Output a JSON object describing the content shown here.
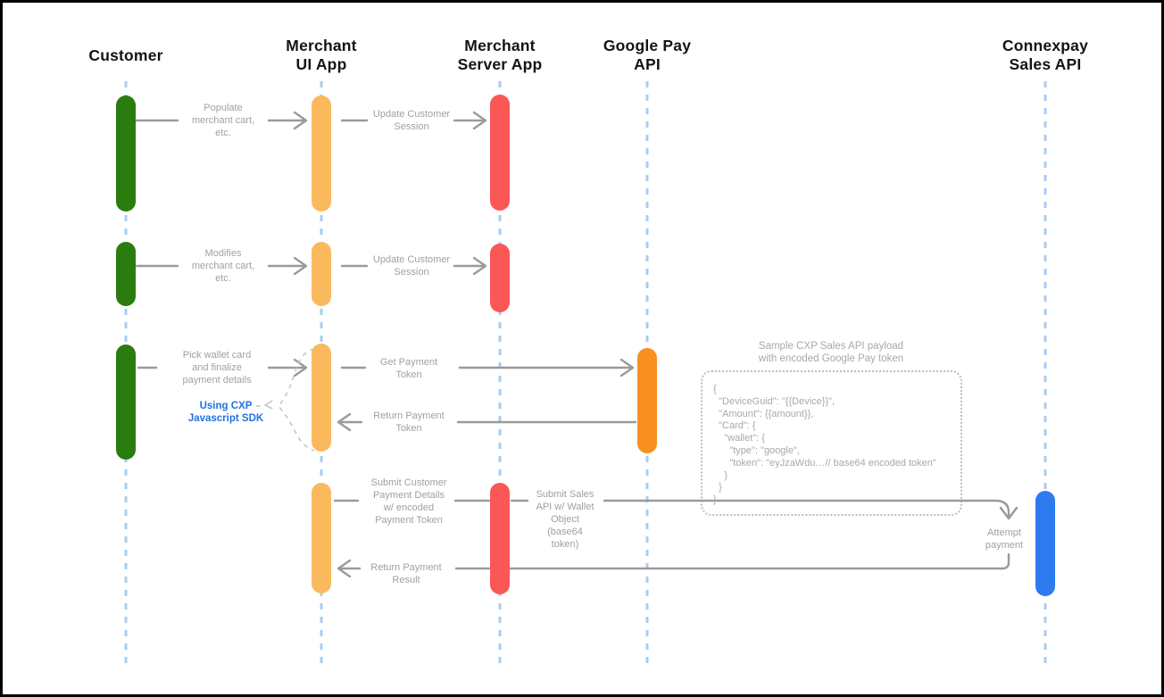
{
  "actors": [
    {
      "id": "customer",
      "label": "Customer",
      "bar_color": "#2a7c0e"
    },
    {
      "id": "merchant-ui-app",
      "label": "Merchant\nUI App",
      "bar_color": "#fbb95e"
    },
    {
      "id": "merchant-server-app",
      "label": "Merchant\nServer App",
      "bar_color": "#fa5757"
    },
    {
      "id": "google-pay-api",
      "label": "Google Pay\nAPI",
      "bar_color": "#f79021"
    },
    {
      "id": "connexpay-sales-api",
      "label": "Connexpay\nSales API",
      "bar_color": "#2e7bf0"
    }
  ],
  "messages": {
    "populate_cart": "Populate\nmerchant cart,\netc.",
    "update_session_1": "Update Customer\nSession",
    "modifies_cart": "Modifies\nmerchant cart,\netc.",
    "update_session_2": "Update Customer\nSession",
    "pick_wallet": "Pick wallet card\nand finalize\npayment details",
    "get_payment_token": "Get Payment\nToken",
    "return_payment_token": "Return Payment\nToken",
    "submit_customer_details": "Submit Customer\nPayment Details\nw/ encoded\nPayment Token",
    "submit_sales_api": "Submit Sales\nAPI w/ Wallet\nObject\n(base64\ntoken)",
    "attempt_payment": "Attempt\npayment",
    "return_payment_result": "Return Payment\nResult"
  },
  "annotations": {
    "using_sdk": "Using CXP\nJavascript SDK"
  },
  "note": {
    "title": "Sample CXP Sales API payload\nwith encoded Google Pay token",
    "code": "{\n  \"DeviceGuid\": \"{{Device}}\",\n  \"Amount\": {{amount}},\n  \"Card\": {\n    \"wallet\": {\n      \"type\": \"google\",\n      \"token\": \"eyJzaWdu…// base64 encoded token\"\n    }\n  }\n}"
  },
  "colors": {
    "lifeline": "#a8cdf0",
    "arrow": "#9a9a9a",
    "brace": "#c6c6c6",
    "heading_text": "#141414",
    "label_text": "#a0a0a0",
    "sdk_text": "#2272e0",
    "note_border": "#bdbdbd",
    "note_text": "#a8a8a8"
  }
}
